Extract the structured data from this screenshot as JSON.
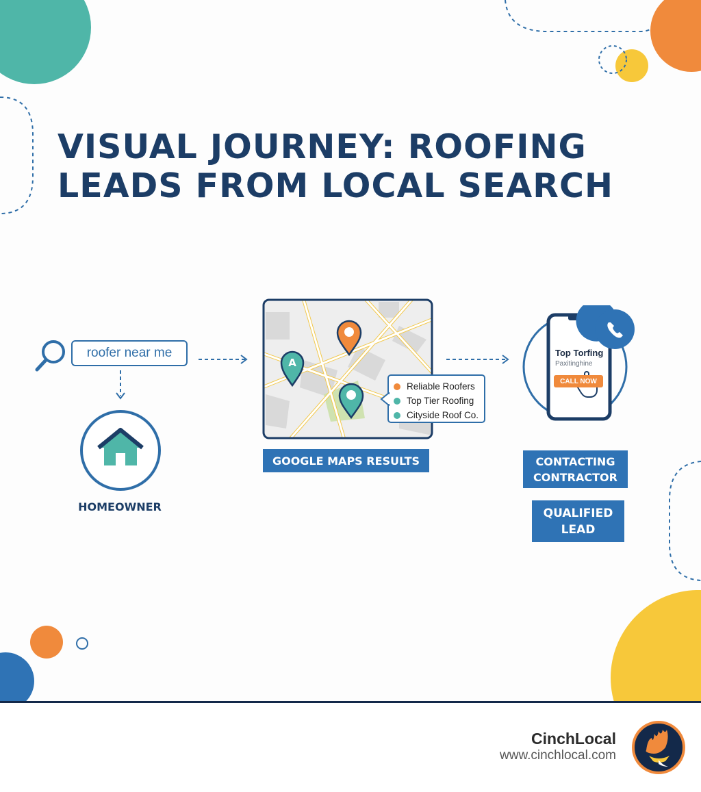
{
  "title": {
    "line1": "VISUAL JOURNEY: ROOFING",
    "line2": "LEADS FROM LOCAL SEARCH"
  },
  "search": {
    "query": "roofer near me"
  },
  "homeowner": {
    "label": "HOMEOWNER"
  },
  "map": {
    "pin_letter": "A",
    "label": "GOOGLE MAPS RESULTS",
    "results": [
      {
        "name": "Reliable Roofers",
        "color": "#f08a3c"
      },
      {
        "name": "Top Tier Roofing",
        "color": "#4fb6a8"
      },
      {
        "name": "Cityside Roof Co.",
        "color": "#4fb6a8"
      }
    ]
  },
  "phone": {
    "line1": "Top Torfing",
    "line2": "Paxitinghine",
    "button": "CALL NOW",
    "icon": "phone-icon"
  },
  "steps": {
    "contacting_line1": "CONTACTING",
    "contacting_line2": "CONTRACTOR",
    "lead_line1": "QUALIFIED",
    "lead_line2": "LEAD"
  },
  "brand": {
    "name": "CinchLocal",
    "url": "www.cinchlocal.com"
  },
  "colors": {
    "navy": "#1c3d66",
    "blue": "#2f73b5",
    "teal": "#4fb6a8",
    "orange": "#f08a3c",
    "yellow": "#f7c83a"
  }
}
